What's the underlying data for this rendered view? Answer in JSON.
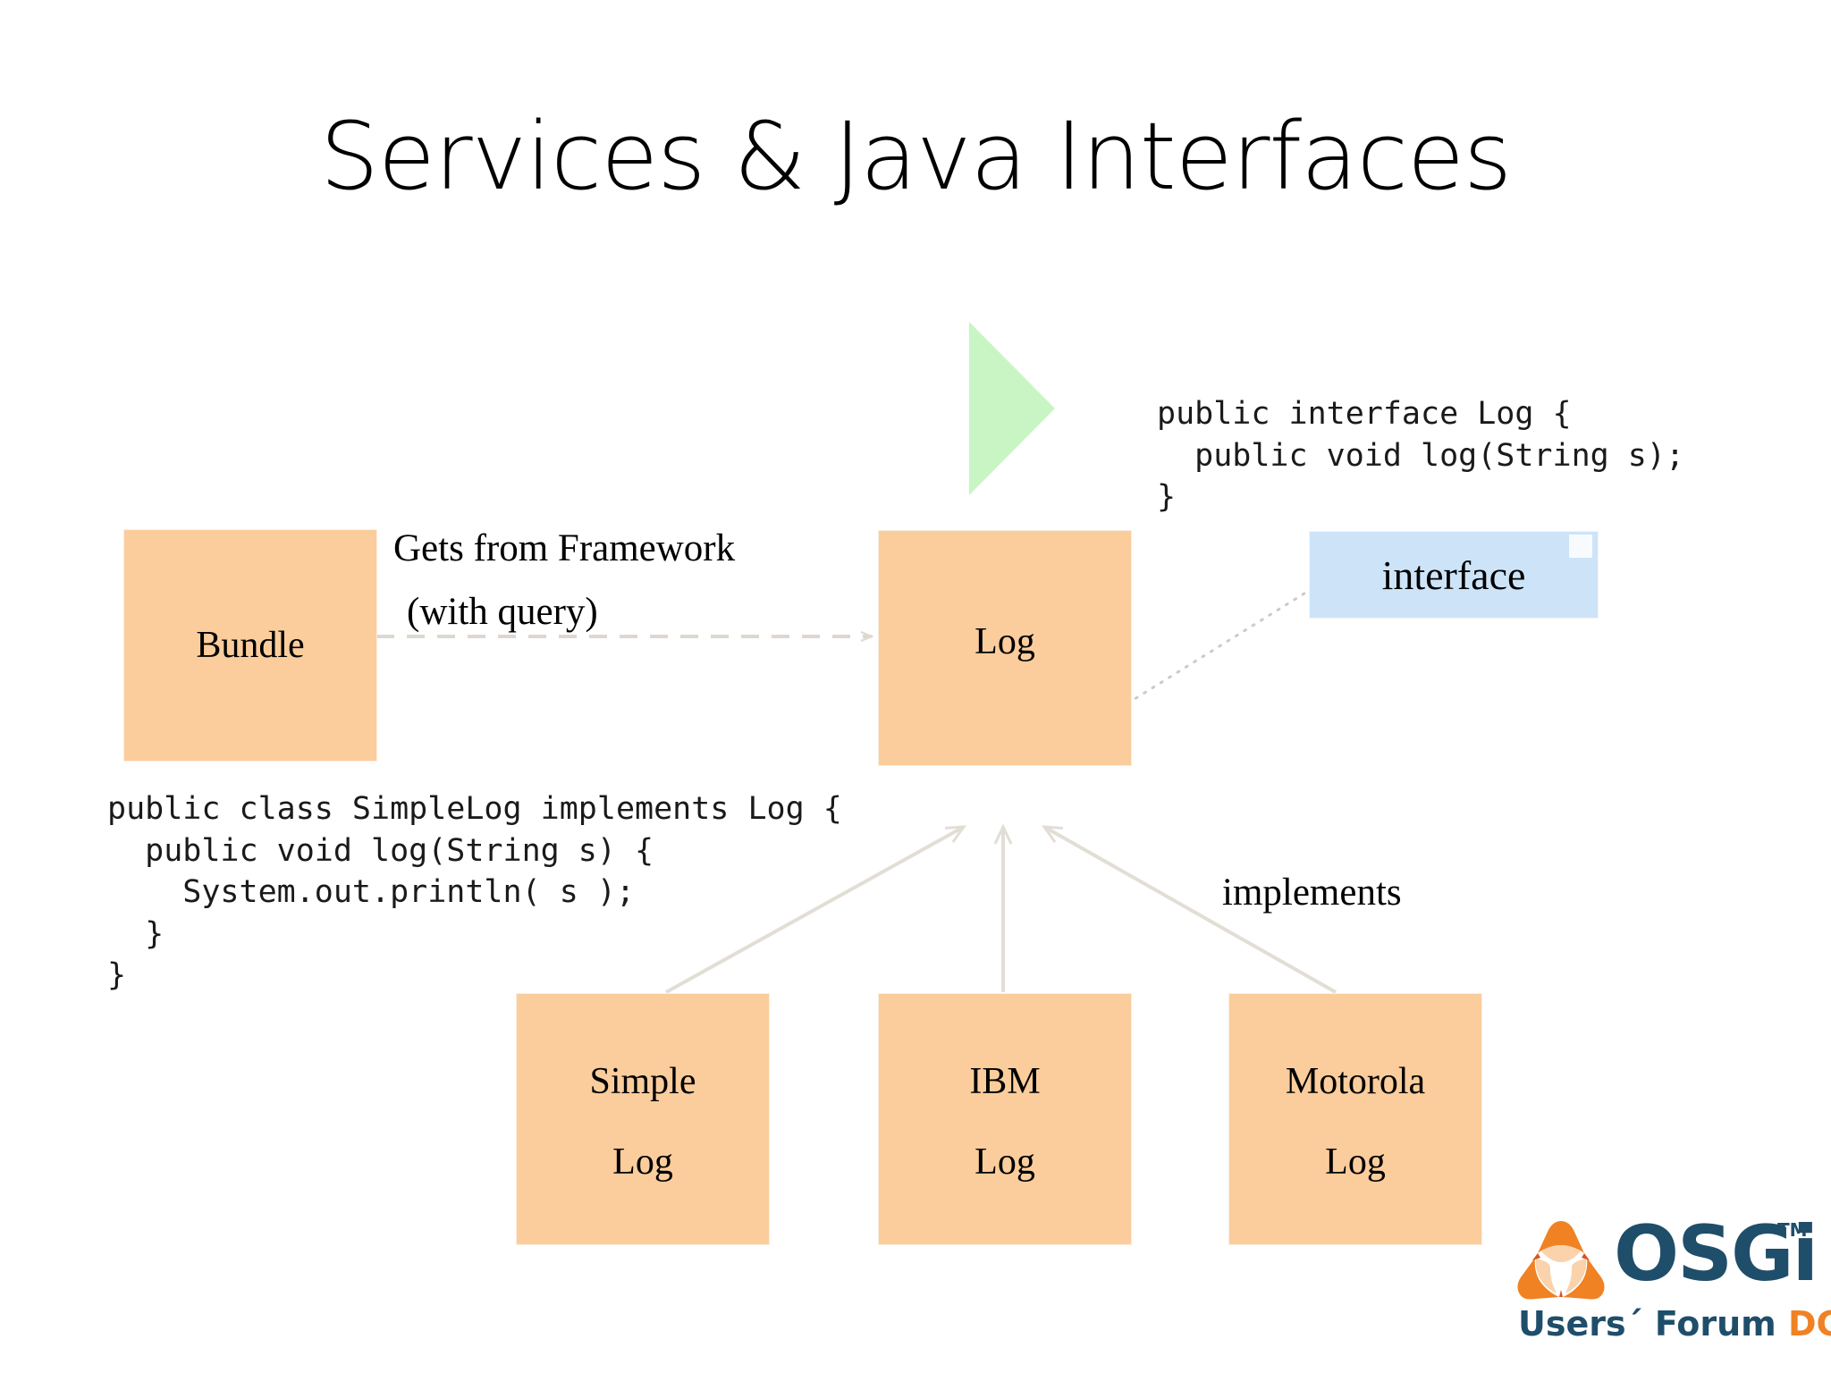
{
  "slide": {
    "title": "Services & Java Interfaces",
    "background": "#FFFFFF"
  },
  "colors": {
    "box_orange": "#FBCD9C",
    "box_blue": "#CDE4F8",
    "triangle_green": "#C9F5C4",
    "connector_gray": "#DEDAD2",
    "logo_navy": "#1F4E6B",
    "logo_orange": "#F08223",
    "text_black": "#000000"
  },
  "boxes": {
    "bundle": {
      "label": "Bundle"
    },
    "log": {
      "label": "Log"
    },
    "interface": {
      "label": "interface"
    },
    "simple_log": {
      "line1": "Simple",
      "line2": "Log"
    },
    "ibm_log": {
      "line1": "IBM",
      "line2": "Log"
    },
    "motorola_log": {
      "line1": "Motorola",
      "line2": "Log"
    }
  },
  "code": {
    "interface_snippet": "public interface Log {\n  public void log(String s);\n}",
    "simplelog_snippet": "public class SimpleLog implements Log {\n  public void log(String s) {\n    System.out.println( s );\n  }\n}"
  },
  "labels": {
    "gets_from_framework": "Gets from Framework",
    "with_query": "(with query)",
    "implements": "implements"
  },
  "logo": {
    "wordmark": "OSGi",
    "trademark": "TM",
    "tagline_navy": "Users´ Forum ",
    "tagline_orange": "DC Metro"
  },
  "icons": {
    "green_play_triangle": "play-triangle-icon",
    "dashed_arrow": "dashed-arrow-icon",
    "dotted_connector": "dotted-connector-icon",
    "implements_arrow": "implements-arrow-icon"
  }
}
